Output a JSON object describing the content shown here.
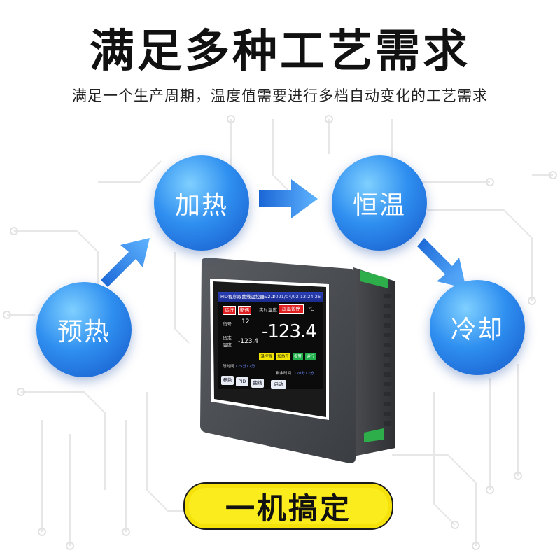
{
  "headline": "满足多种工艺需求",
  "subline": "满足一个生产周期，温度值需要进行多档自动变化的工艺需求",
  "stages": {
    "preheat": "预热",
    "heat": "加热",
    "hold": "恒温",
    "cool": "冷却"
  },
  "device": {
    "title": "PID程序段曲线温控器V2.1",
    "datetime": "2021/04/02  13:24:26",
    "chip_run": "运行",
    "chip_fault": "断偶",
    "label_segment": "段号",
    "segment_value": "12",
    "label_set": "设定",
    "label_temp": "温度",
    "set_temp_value": "-123.4",
    "label_measured": "实时温度",
    "chip_pause": "超温暂停",
    "unit": "℃",
    "measured_value": "-123.4",
    "mini1": "温控暂停",
    "mini2": "加热开",
    "mini3": "报警",
    "mini4": "运行",
    "label_time": "段时间",
    "time_value": "125分12分",
    "label_remaining": "剩余时间",
    "remaining_value": "128分12分",
    "btn_params": "参数",
    "btn_pid": "PID",
    "btn_curve": "曲线",
    "btn_start": "启动"
  },
  "footer_badge": "一机搞定",
  "colors": {
    "bubble": "#2f8ff0",
    "arrow": "#1f78e0",
    "badge": "#fbec1e",
    "chip_red": "#e02020",
    "chip_green": "#22b14c",
    "chip_yellow": "#f2e600"
  }
}
